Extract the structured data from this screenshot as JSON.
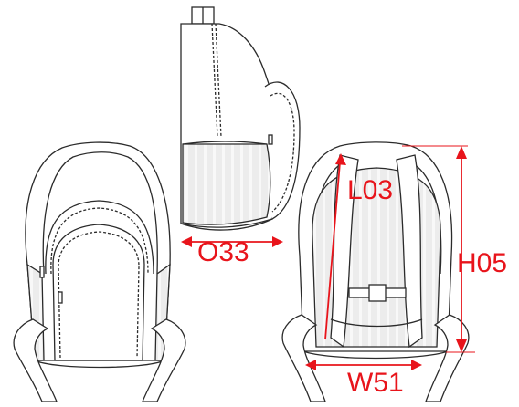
{
  "dimensions": {
    "depth": "O33",
    "length": "L03",
    "height": "H05",
    "width": "W51"
  },
  "colors": {
    "dimension": "#e8141b",
    "line": "#2b2b2b",
    "mesh": "#d9d9d9"
  }
}
